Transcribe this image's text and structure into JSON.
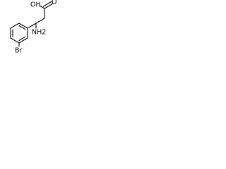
{
  "molecule": {
    "atoms": {
      "carboxyl_oh": "OH",
      "carbonyl_o": "O",
      "amino": "NH2",
      "bromo": "Br"
    }
  }
}
